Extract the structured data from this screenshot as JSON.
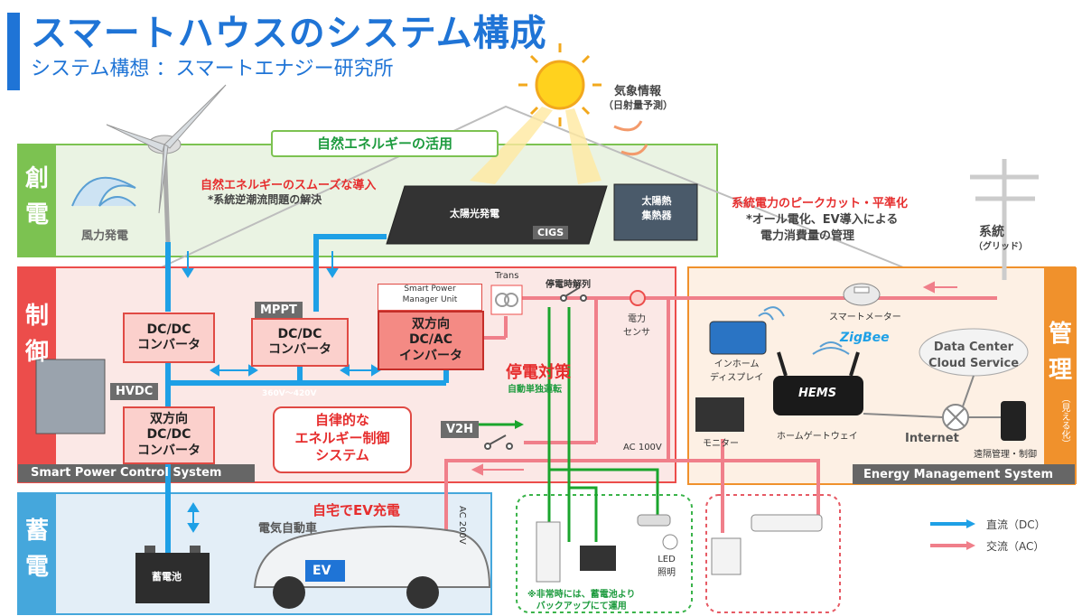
{
  "header": {
    "title": "スマートハウスのシステム構成",
    "subtitle": "システム構想 ：スマートエナジー研究所"
  },
  "weather": {
    "line1": "気象情報",
    "line2": "（日射量予測）"
  },
  "creation": {
    "band_label": "創\n電",
    "banner": "自然エネルギーの活用",
    "wind": "風力発電",
    "smooth_title": "自然エネルギーのスムーズな導入",
    "smooth_note": "*系統逆潮流問題の解決",
    "solar_panel": "太陽光発電",
    "cigs": "CIGS",
    "solar_heat": "太陽熱\n集熱器"
  },
  "grid": {
    "peak_title": "系統電力のピークカット・平準化",
    "peak_note1": "*オール電化、EV導入による",
    "peak_note2": "電力消費量の管理",
    "label": "系統",
    "sub": "（グリッド）"
  },
  "control": {
    "band_label": "制\n御",
    "dcdc1": "DC/DC\nコンバータ",
    "mppt": "MPPT",
    "dcdc2": "DC/DC\nコンバータ",
    "spm_unit": "Smart Power\nManager Unit",
    "inverter": "双方向\nDC/AC\nインバータ",
    "trans": "Trans",
    "outage_switch": "停電時解列",
    "power_sensor": "電力\nセンサ",
    "hvdc": "HVDC",
    "voltage": "360V～420V",
    "outage_title": "停電対策",
    "outage_sub": "自動単独運転",
    "bidir_dcdc": "双方向\nDC/DC\nコンバータ",
    "autonomous": "自律的な\nエネルギー制御\nシステム",
    "v2h": "V2H",
    "ac100": "AC 100V",
    "system_label": "Smart Power Control System"
  },
  "management": {
    "band_label": "管\n理",
    "side_sub": "（見える化）",
    "smart_meter": "スマートメーター",
    "zigbee": "ZigBee",
    "in_home_display": "インホーム\nディスプレイ",
    "data_center": "Data Center\nCloud Service",
    "hems": "HEMS",
    "monitor": "モニター",
    "gateway": "ホームゲートウェイ",
    "internet": "Internet",
    "remote": "遠隔管理・制御",
    "system_label": "Energy Management System"
  },
  "storage": {
    "band_label": "蓄\n電",
    "battery": "蓄電池",
    "home_ev": "自宅でEV充電",
    "ev_car": "電気自動車",
    "ev_badge": "EV",
    "ac200": "AC 200V",
    "led": "LED\n照明",
    "backup_note": "※非常時には、蓄電池より\nバックアップにて運用"
  },
  "legend": {
    "dc": "直流（DC）",
    "ac": "交流（AC）"
  },
  "colors": {
    "dc": "#1ea0e6",
    "ac": "#f07f8a",
    "green_line": "#1aa52c",
    "creation_band": "#7cc251",
    "control_band": "#ec4d4b",
    "management_band": "#f0912c",
    "storage_band": "#45a7dc"
  }
}
